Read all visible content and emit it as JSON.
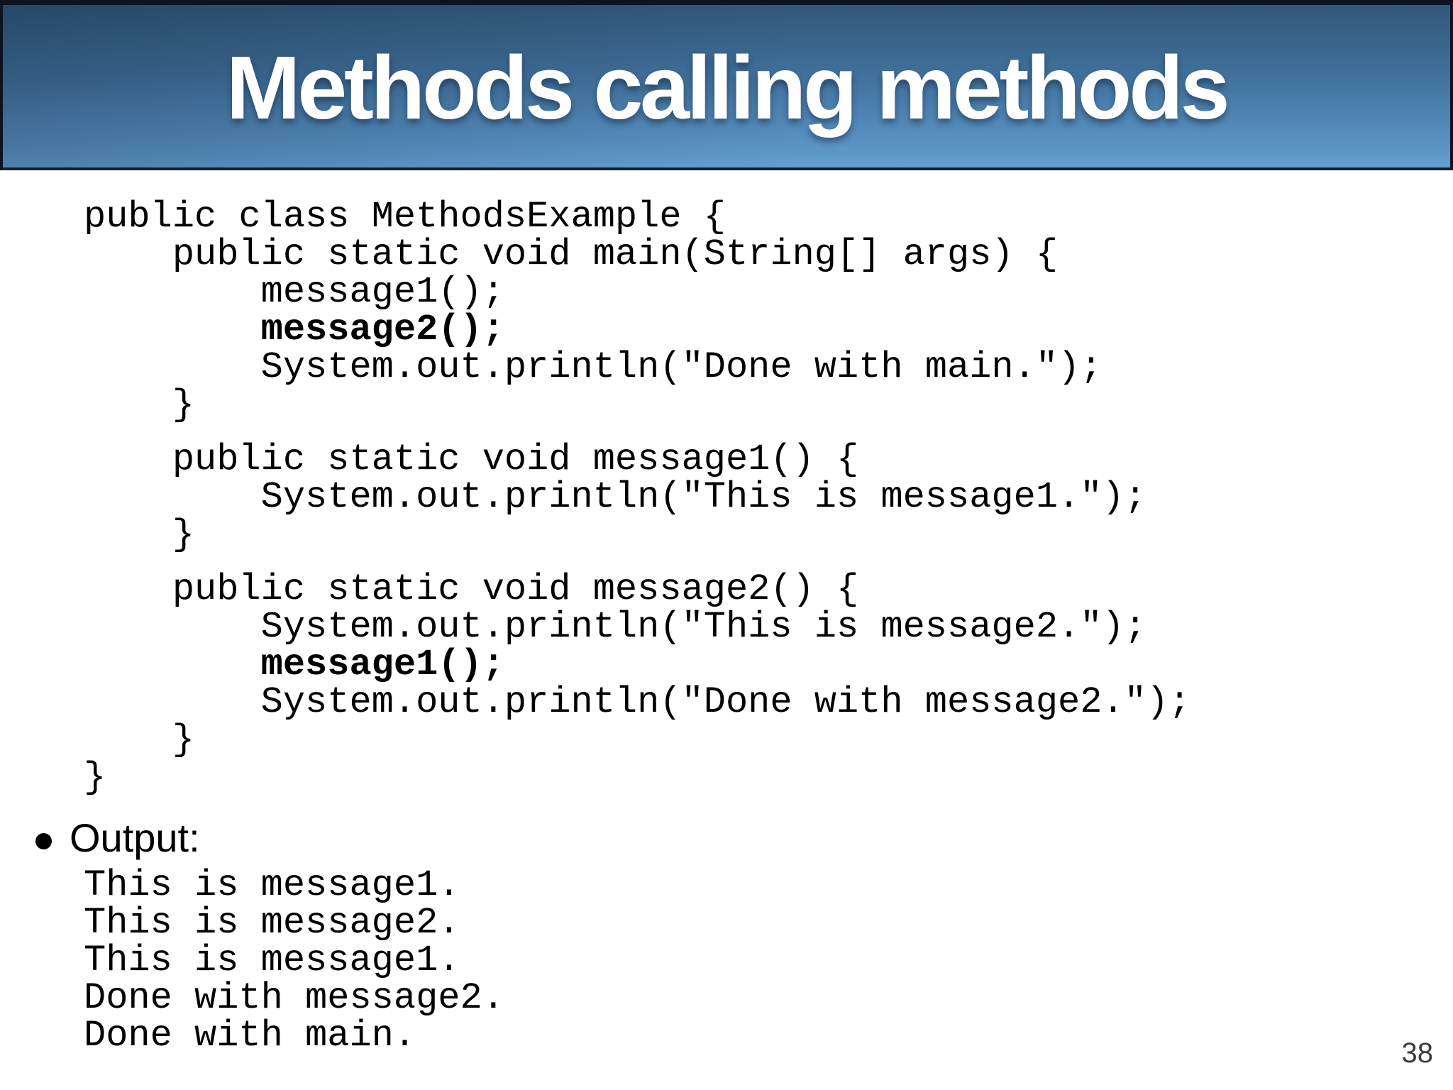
{
  "slide": {
    "title": "Methods calling methods",
    "page_number": "38"
  },
  "code": {
    "blocks": [
      {
        "lines": [
          {
            "text": "public class MethodsExample {",
            "bold": false
          },
          {
            "text": "    public static void main(String[] args) {",
            "bold": false
          },
          {
            "text": "        message1();",
            "bold": false
          },
          {
            "text": "        message2();",
            "bold": true
          },
          {
            "text": "        System.out.println(\"Done with main.\");",
            "bold": false
          },
          {
            "text": "    }",
            "bold": false
          }
        ]
      },
      {
        "lines": [
          {
            "text": "    public static void message1() {",
            "bold": false
          },
          {
            "text": "        System.out.println(\"This is message1.\");",
            "bold": false
          },
          {
            "text": "    }",
            "bold": false
          }
        ]
      },
      {
        "lines": [
          {
            "text": "    public static void message2() {",
            "bold": false
          },
          {
            "text": "        System.out.println(\"This is message2.\");",
            "bold": false
          },
          {
            "text": "        message1();",
            "bold": true
          },
          {
            "text": "        System.out.println(\"Done with message2.\");",
            "bold": false
          },
          {
            "text": "    }",
            "bold": false
          },
          {
            "text": "}",
            "bold": false
          }
        ]
      }
    ]
  },
  "output": {
    "bullet_icon": "filled-circle",
    "label": "Output:",
    "lines": [
      "This is message1.",
      "This is message2.",
      "This is message1.",
      "Done with message2.",
      "Done with main."
    ]
  },
  "colors": {
    "header_gradient_top": "#31587a",
    "header_gradient_bottom": "#63a1d3",
    "header_border": "#0c1322",
    "title_text": "#ffffff",
    "body_background": "#ffffff",
    "code_text": "#000000",
    "page_number_text": "#3d3d3d"
  }
}
